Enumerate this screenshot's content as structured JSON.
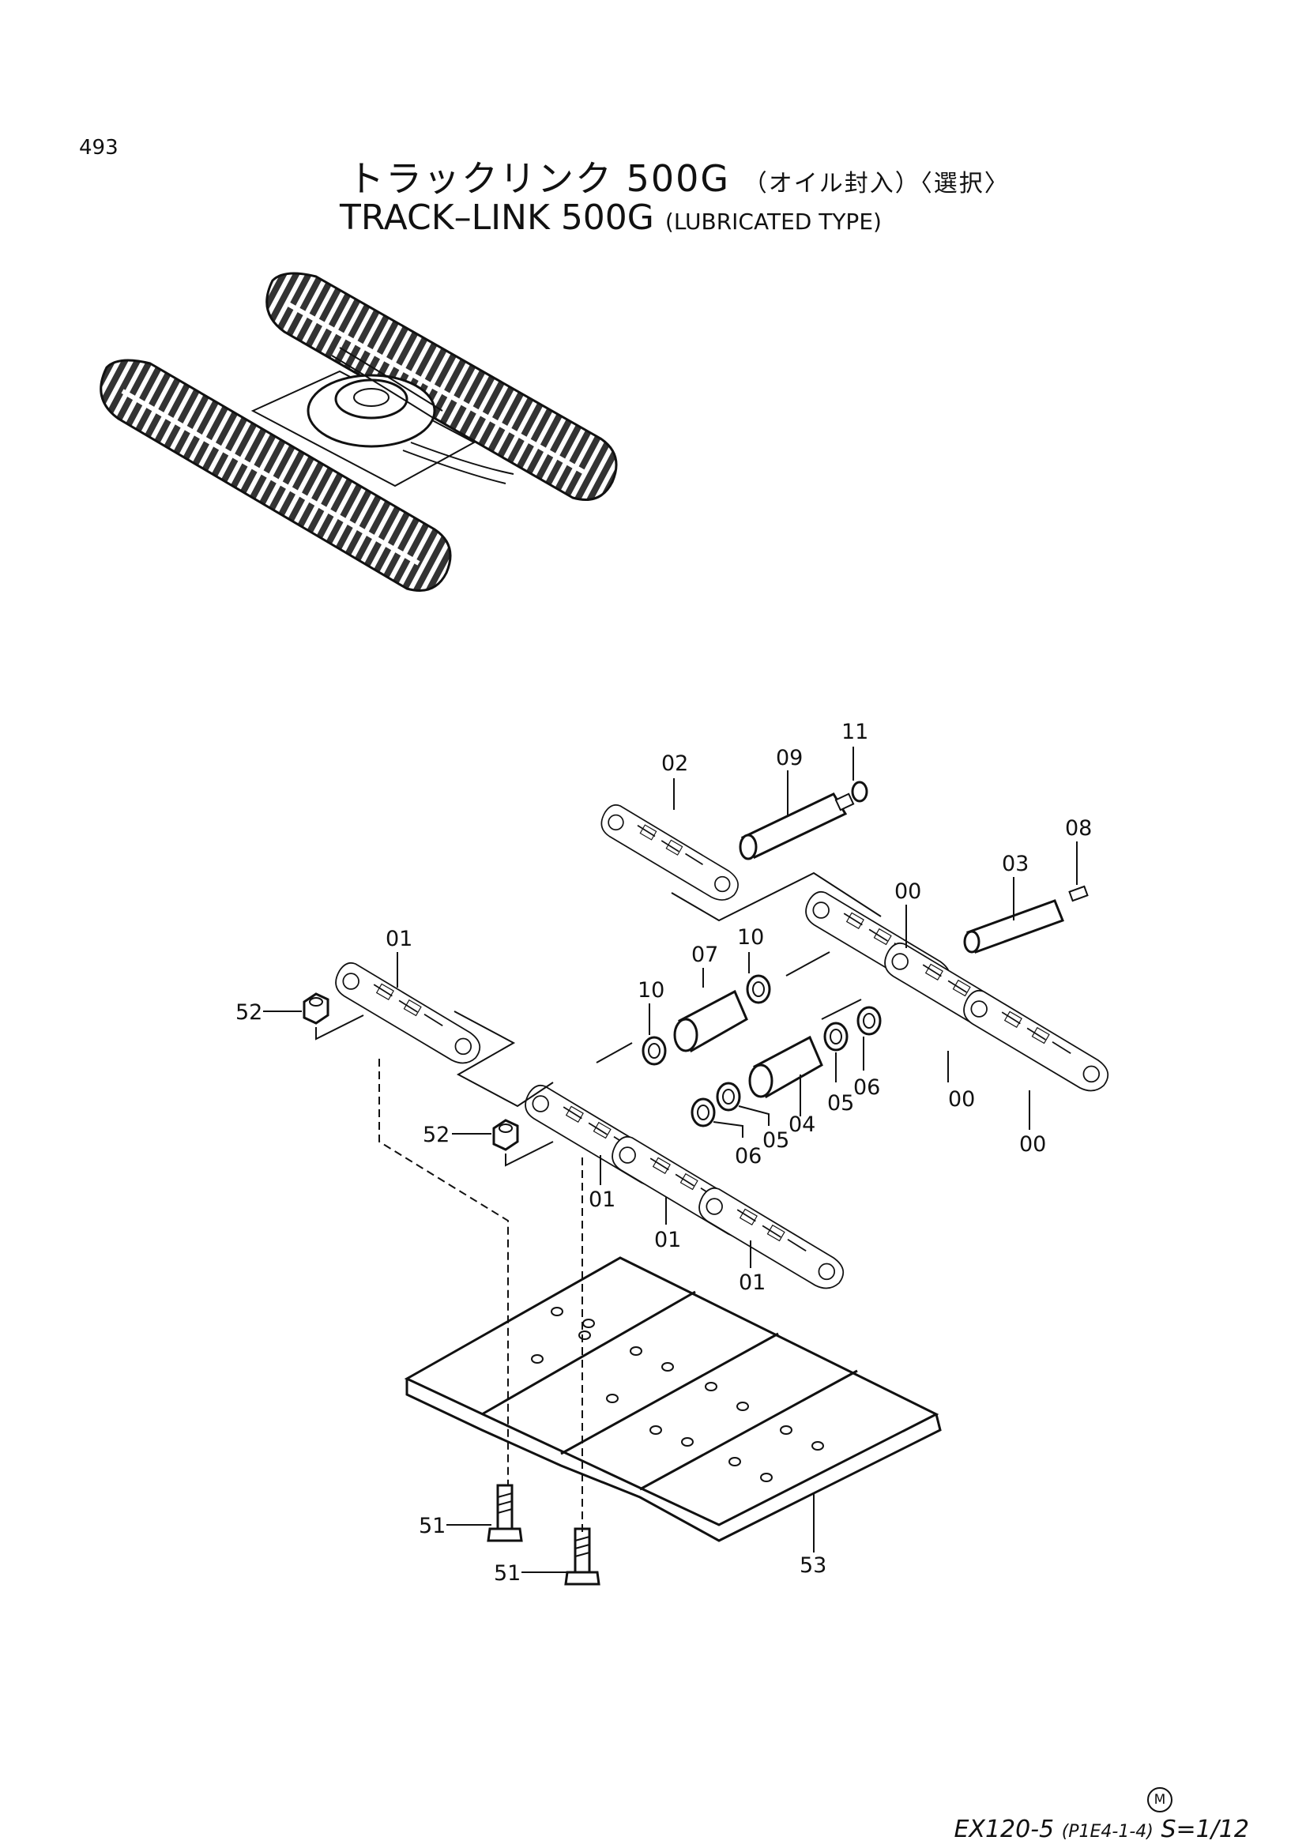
{
  "page_number": "493",
  "title": {
    "japanese": "トラックリンク 500G",
    "japanese_note": "（オイル封入）〈選択〉",
    "english": "TRACK–LINK 500G",
    "english_note": "(LUBRICATED TYPE)"
  },
  "callouts": [
    {
      "id": "c-11",
      "label": "11"
    },
    {
      "id": "c-02",
      "label": "02"
    },
    {
      "id": "c-09",
      "label": "09"
    },
    {
      "id": "c-08",
      "label": "08"
    },
    {
      "id": "c-03",
      "label": "03"
    },
    {
      "id": "c-00a",
      "label": "00"
    },
    {
      "id": "c-01a",
      "label": "01"
    },
    {
      "id": "c-10a",
      "label": "10"
    },
    {
      "id": "c-07",
      "label": "07"
    },
    {
      "id": "c-10b",
      "label": "10"
    },
    {
      "id": "c-52a",
      "label": "52"
    },
    {
      "id": "c-05a",
      "label": "05"
    },
    {
      "id": "c-06a",
      "label": "06"
    },
    {
      "id": "c-00b",
      "label": "00"
    },
    {
      "id": "c-04",
      "label": "04"
    },
    {
      "id": "c-05b",
      "label": "05"
    },
    {
      "id": "c-06b",
      "label": "06"
    },
    {
      "id": "c-00c",
      "label": "00"
    },
    {
      "id": "c-52b",
      "label": "52"
    },
    {
      "id": "c-01b",
      "label": "01"
    },
    {
      "id": "c-01c",
      "label": "01"
    },
    {
      "id": "c-01d",
      "label": "01"
    },
    {
      "id": "c-51a",
      "label": "51"
    },
    {
      "id": "c-51b",
      "label": "51"
    },
    {
      "id": "c-53",
      "label": "53"
    }
  ],
  "footer": {
    "model": "EX120-5",
    "code": "(P1E4-1-4)",
    "scale": "S=1/12",
    "marker": "M"
  }
}
